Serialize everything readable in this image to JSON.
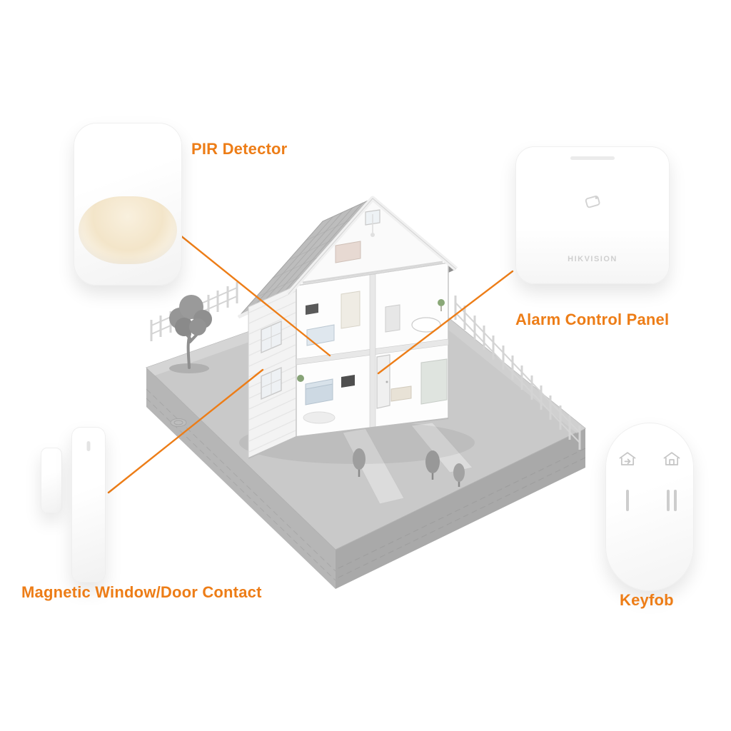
{
  "theme": {
    "background": "#ffffff",
    "accent": "#ED7D17"
  },
  "labels": {
    "pir": "PIR Detector",
    "panel": "Alarm Control Panel",
    "contact": "Magnetic Window/Door Contact",
    "keyfob": "Keyfob"
  },
  "panel": {
    "brand": "HIKVISION"
  },
  "icons": {
    "panel_nfc": "nfc-card-tap-icon",
    "keyfob_top_left": "arm-away-house-icon",
    "keyfob_top_right": "disarm-home-house-icon",
    "keyfob_bottom_left": "single-bar-button-icon",
    "keyfob_bottom_right": "double-bar-button-icon"
  }
}
